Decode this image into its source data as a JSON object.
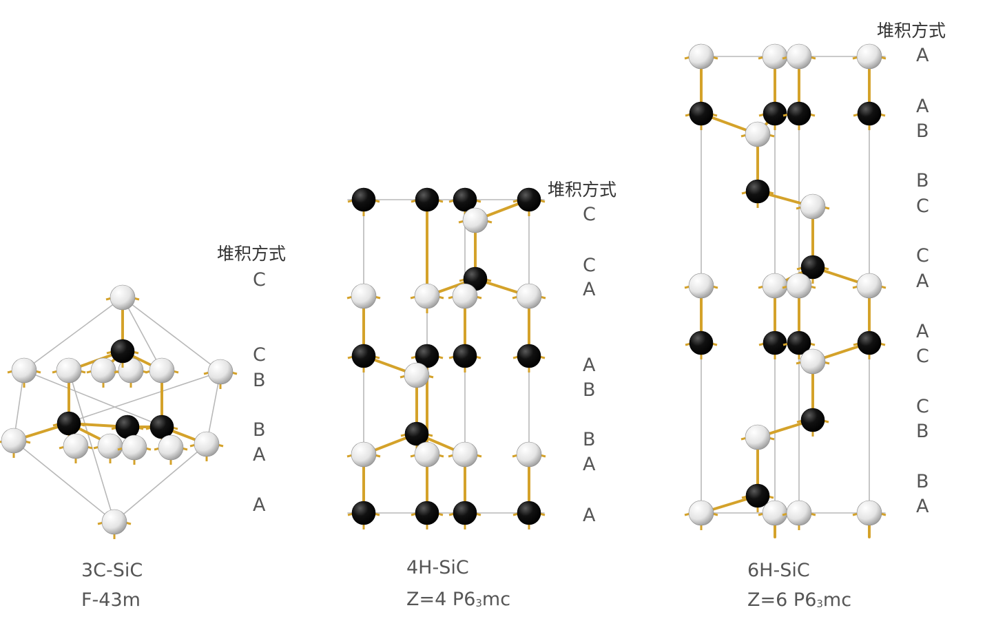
{
  "stacking_heading": "堆积方式",
  "structures": [
    {
      "id": "3c",
      "name": "3C-SiC",
      "symmetry": "F-43m",
      "symmetry_z": "",
      "symmetry_sg_prefix": "",
      "symmetry_sg_sub": "",
      "symmetry_sg_suffix": "",
      "stacking": [
        "C",
        "C",
        "B",
        "B",
        "A",
        "A"
      ]
    },
    {
      "id": "4h",
      "name": "4H-SiC",
      "symmetry_z": "Z=4",
      "symmetry_sg_prefix": "P6",
      "symmetry_sg_sub": "3",
      "symmetry_sg_suffix": "mc",
      "stacking": [
        "C",
        "C",
        "A",
        "A",
        "B",
        "B",
        "A",
        "A"
      ]
    },
    {
      "id": "6h",
      "name": "6H-SiC",
      "symmetry_z": "Z=6",
      "symmetry_sg_prefix": "P6",
      "symmetry_sg_sub": "3",
      "symmetry_sg_suffix": "mc",
      "stacking": [
        "A",
        "A",
        "B",
        "B",
        "C",
        "C",
        "A",
        "A",
        "C",
        "C",
        "B",
        "B",
        "A"
      ]
    }
  ],
  "colors": {
    "bond": "#d4a22a",
    "frame": "#b8b8b8",
    "carbon_atom": "#0a0a0a",
    "silicon_atom": "#e6e6e6",
    "text": "#555555"
  }
}
